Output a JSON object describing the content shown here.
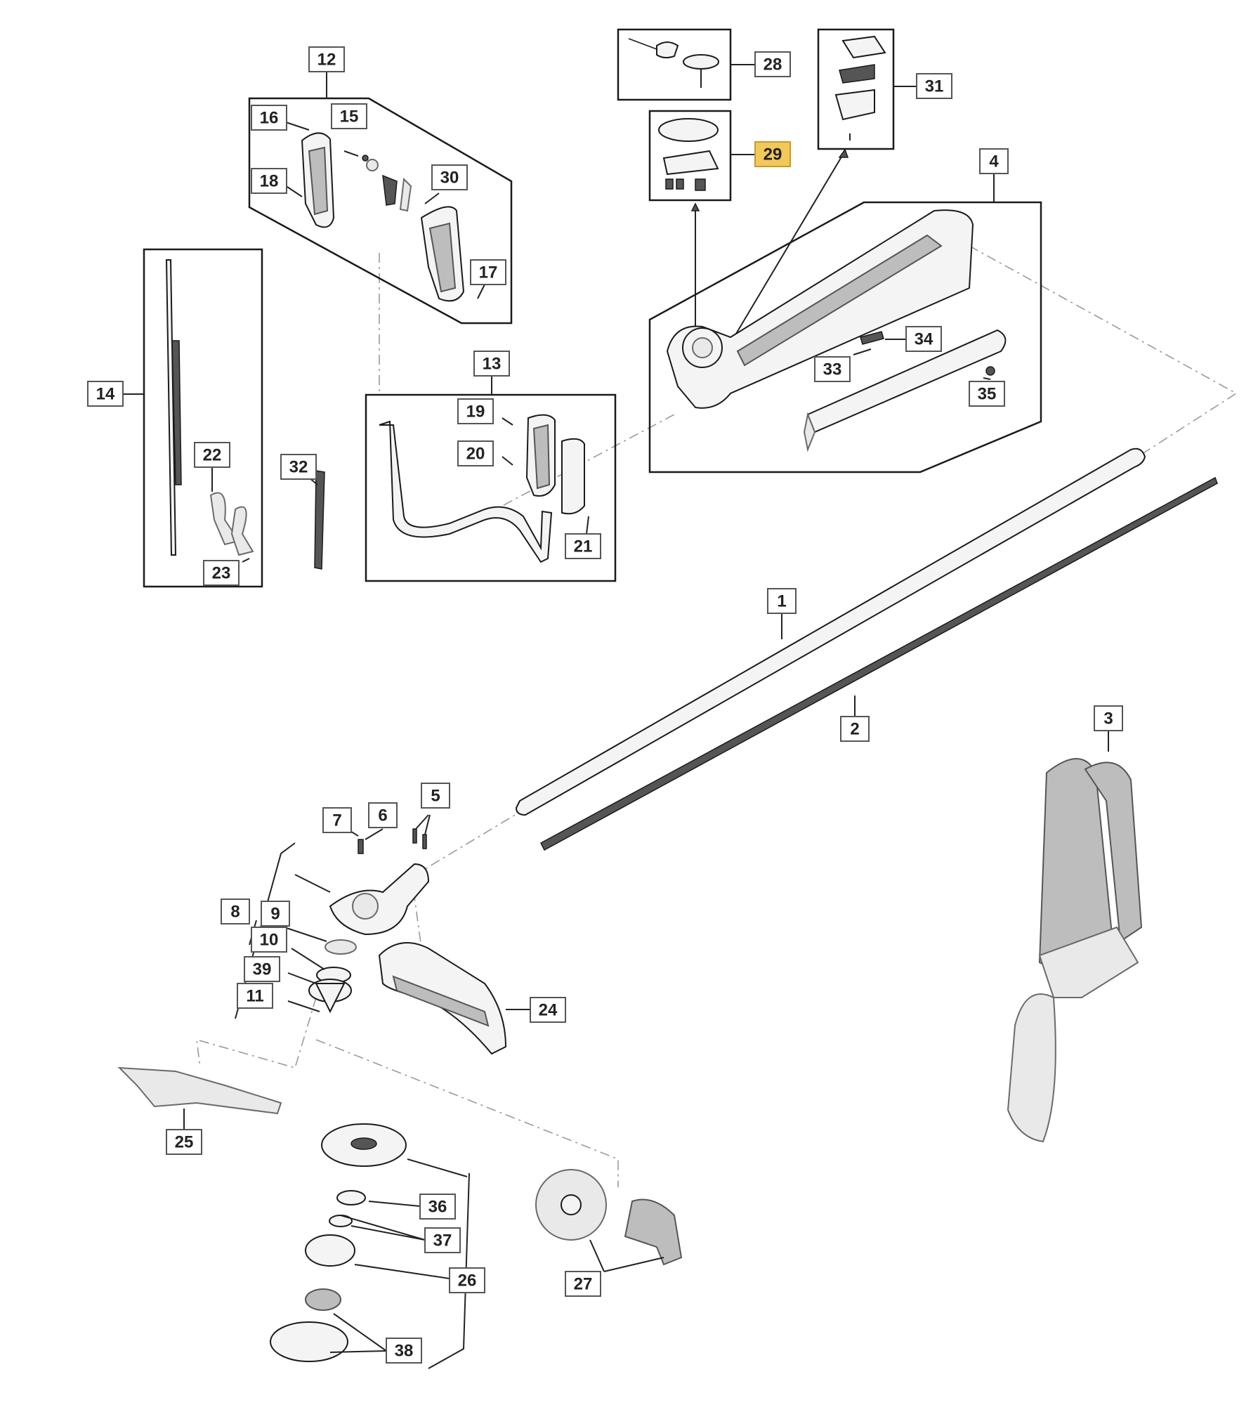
{
  "callouts": {
    "c1": "1",
    "c2": "2",
    "c3": "3",
    "c4": "4",
    "c5": "5",
    "c6": "6",
    "c7": "7",
    "c8": "8",
    "c9": "9",
    "c10": "10",
    "c11": "11",
    "c12": "12",
    "c13": "13",
    "c14": "14",
    "c15": "15",
    "c16": "16",
    "c17": "17",
    "c18": "18",
    "c19": "19",
    "c20": "20",
    "c21": "21",
    "c22": "22",
    "c23": "23",
    "c24": "24",
    "c25": "25",
    "c26": "26",
    "c27": "27",
    "c28": "28",
    "c29": "29",
    "c30": "30",
    "c31": "31",
    "c32": "32",
    "c33": "33",
    "c34": "34",
    "c35": "35",
    "c36": "36",
    "c37": "37",
    "c38": "38",
    "c39": "39"
  },
  "colors": {
    "highlight": "#f3c85a",
    "line": "#1a1a1a",
    "frame": "#1a1a1a"
  },
  "highlighted_part": "29"
}
